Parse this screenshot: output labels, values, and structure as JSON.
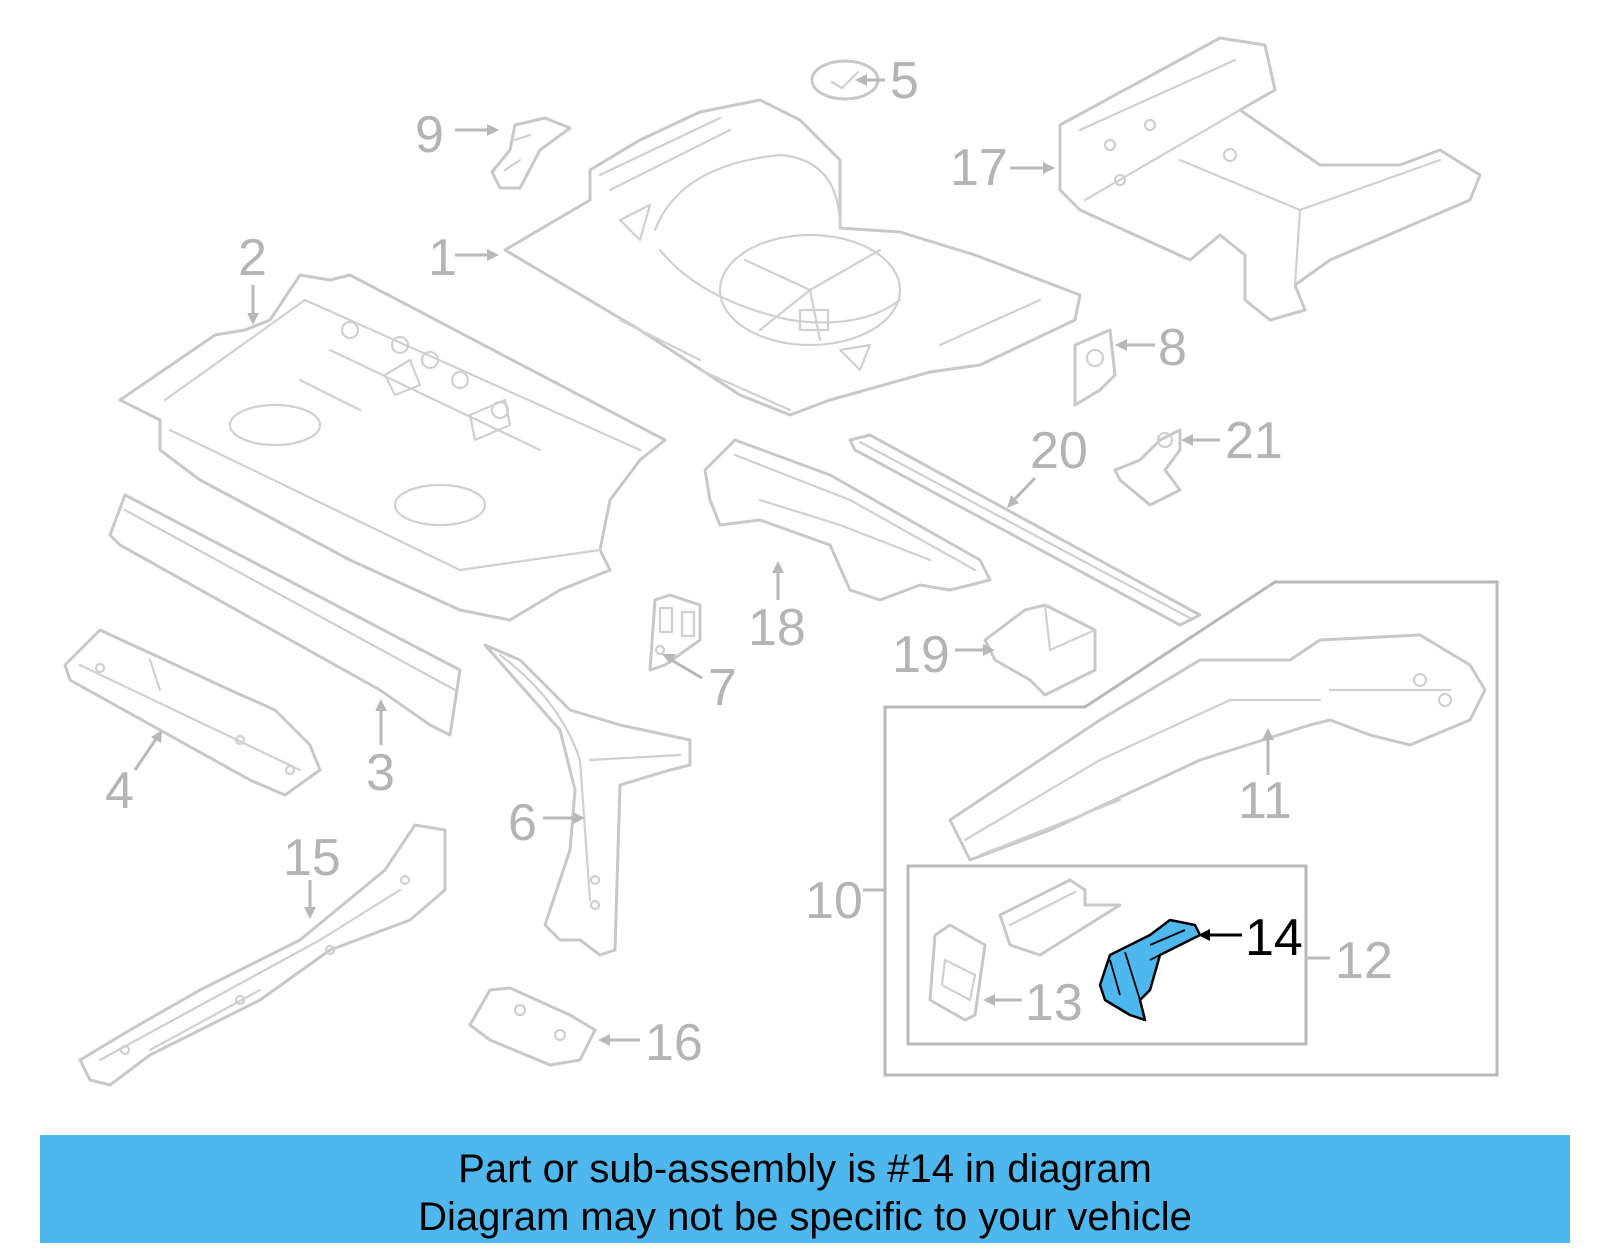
{
  "diagram": {
    "highlighted_part": "14",
    "highlight_color": "#4db7ee",
    "labels": {
      "p1": "1",
      "p2": "2",
      "p3": "3",
      "p4": "4",
      "p5": "5",
      "p6": "6",
      "p7": "7",
      "p8": "8",
      "p9": "9",
      "p10": "10",
      "p11": "11",
      "p12": "12",
      "p13": "13",
      "p14": "14",
      "p15": "15",
      "p16": "16",
      "p17": "17",
      "p18": "18",
      "p19": "19",
      "p20": "20",
      "p21": "21"
    }
  },
  "banner": {
    "line1": "Part or sub-assembly is #14 in diagram",
    "line2": "Diagram may not be specific to your vehicle",
    "background": "#4db7ee"
  }
}
